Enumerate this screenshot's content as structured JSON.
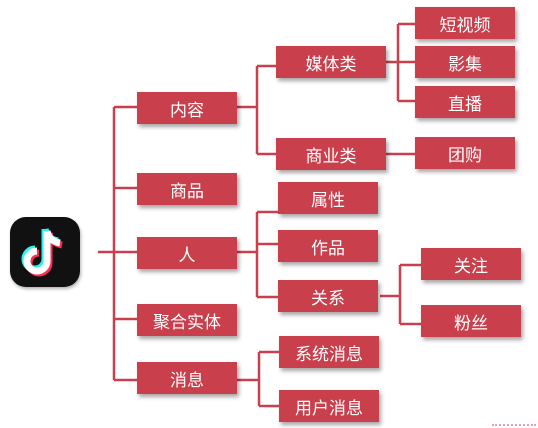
{
  "logo": {
    "icon": "tiktok-icon"
  },
  "colors": {
    "node": "#c9404c",
    "line": "#c9404c",
    "text": "#ffffff"
  },
  "nodes": {
    "content": "内容",
    "product": "商品",
    "person": "人",
    "aggregate": "聚合实体",
    "message": "消息",
    "media": "媒体类",
    "business": "商业类",
    "attribute": "属性",
    "works": "作品",
    "relation": "关系",
    "system_msg": "系统消息",
    "user_msg": "用户消息",
    "short_video": "短视频",
    "album": "影集",
    "live": "直播",
    "group_buy": "团购",
    "follow": "关注",
    "fans": "粉丝"
  }
}
